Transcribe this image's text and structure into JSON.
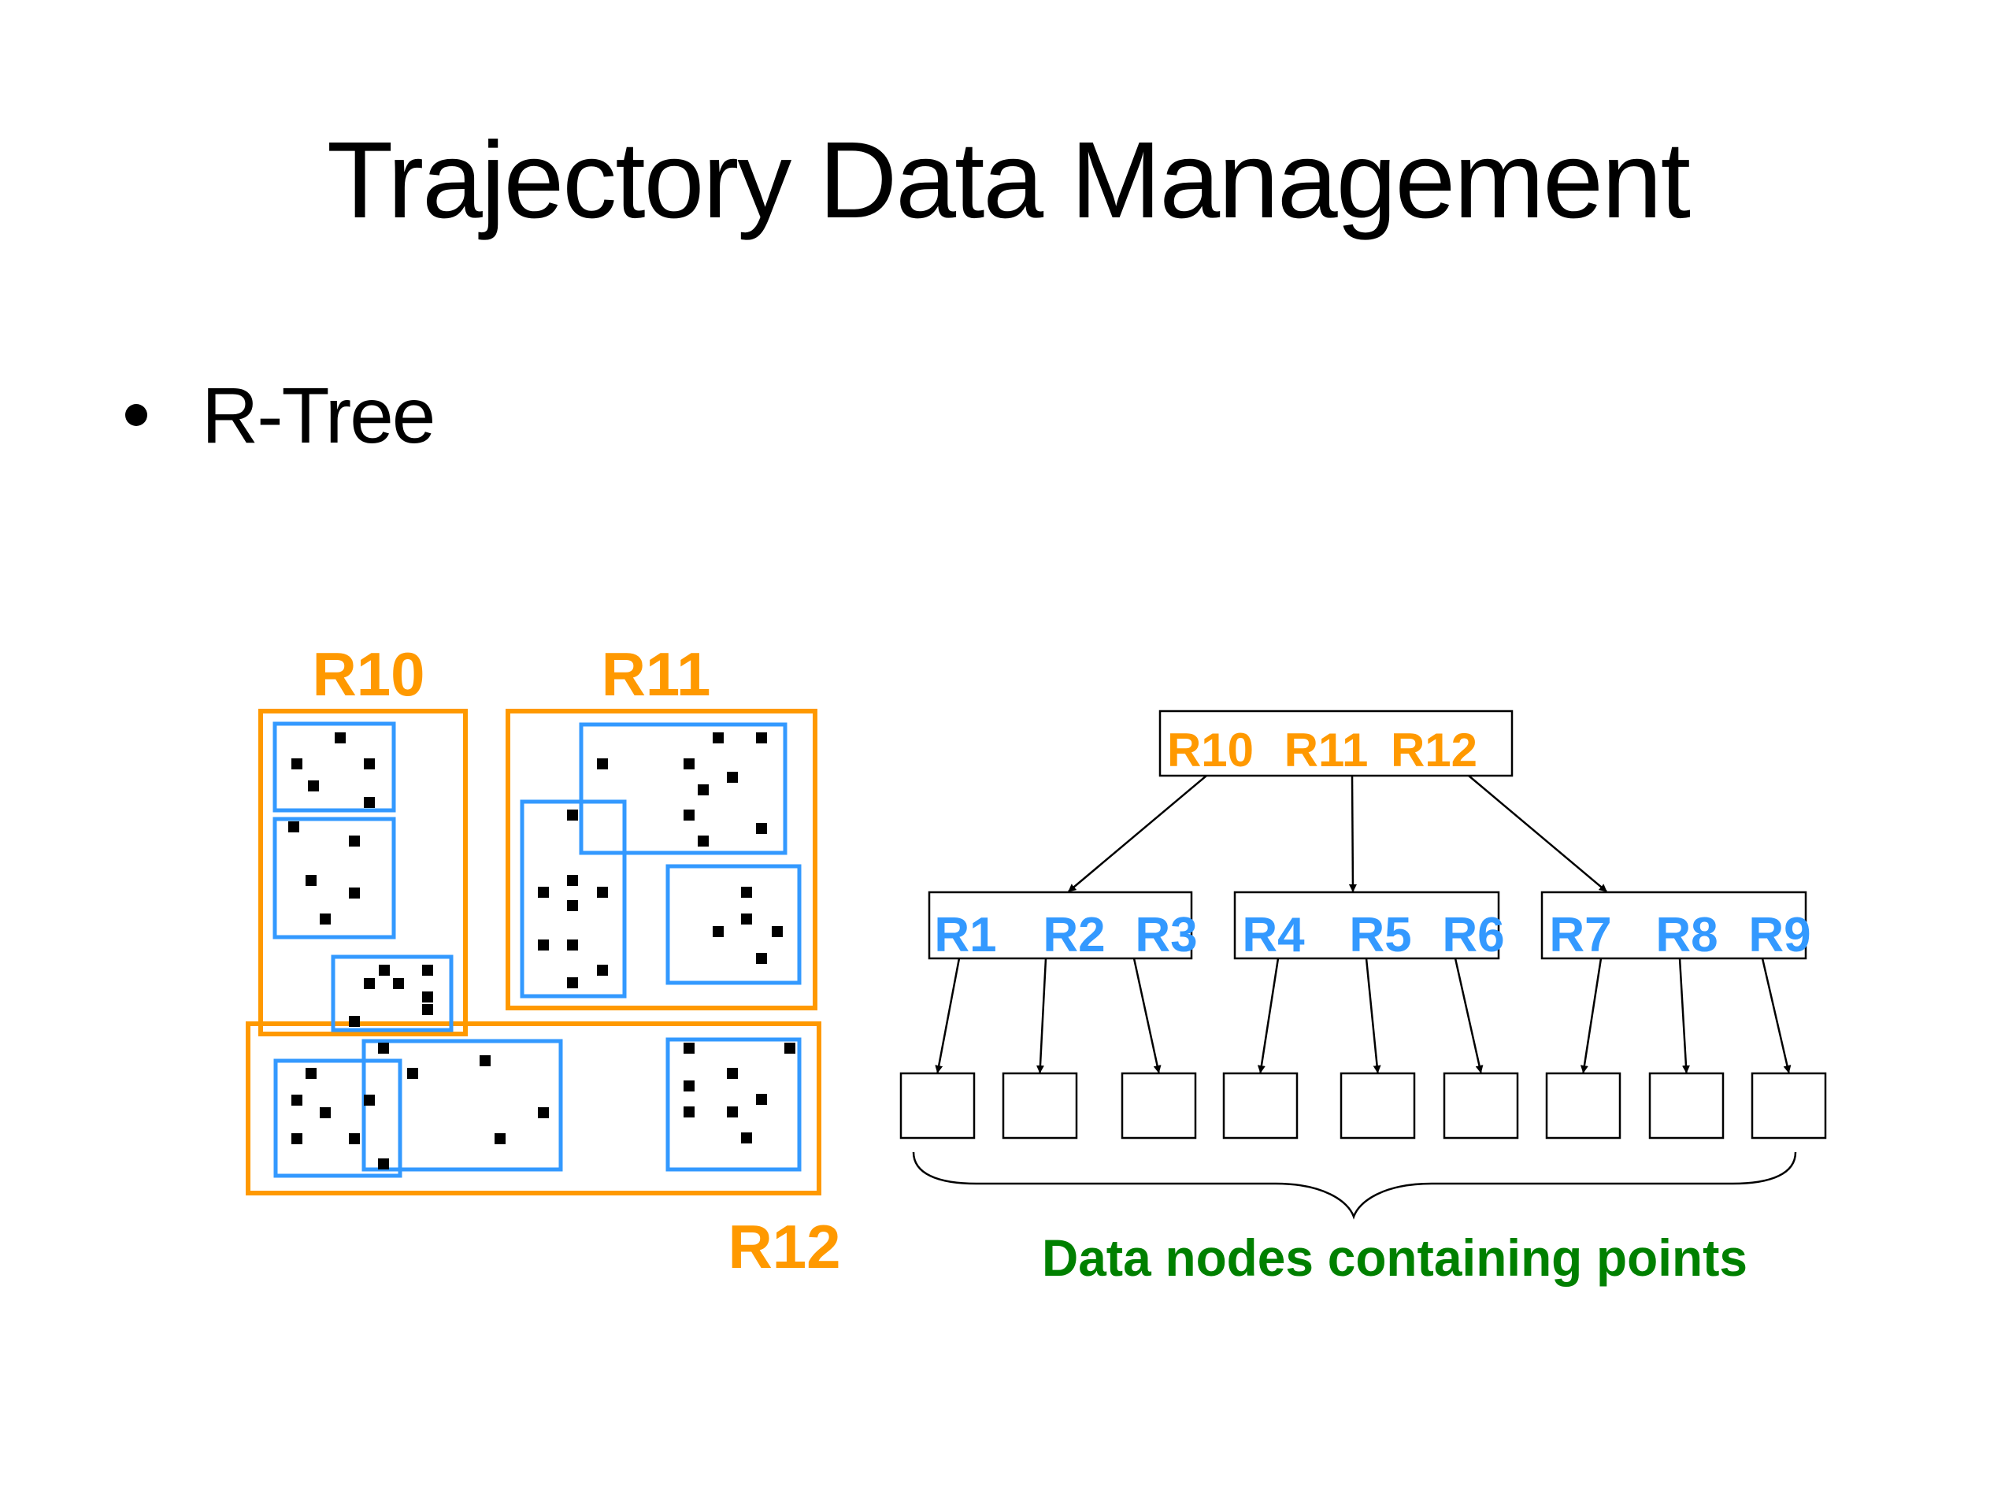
{
  "slide": {
    "title": "Trajectory Data Management",
    "bullets": [
      {
        "text": "R-Tree"
      }
    ]
  },
  "colors": {
    "level1_region": "#FF9900",
    "level2_region": "#3399FF",
    "point": "#000000",
    "tree_line": "#000000",
    "caption": "#008000"
  },
  "spatial_view": {
    "outer_regions": [
      {
        "id": "R10",
        "label": "R10",
        "children": [
          "R1",
          "R2",
          "R3"
        ]
      },
      {
        "id": "R11",
        "label": "R11",
        "children": [
          "R4",
          "R5",
          "R6"
        ]
      },
      {
        "id": "R12",
        "label": "R12",
        "children": [
          "R7",
          "R8",
          "R9"
        ]
      }
    ],
    "inner_regions": [
      {
        "id": "R1",
        "point_count": 5
      },
      {
        "id": "R2",
        "point_count": 5
      },
      {
        "id": "R3",
        "point_count": 7
      },
      {
        "id": "R4",
        "point_count": 9
      },
      {
        "id": "R5",
        "point_count": 9
      },
      {
        "id": "R6",
        "point_count": 5
      },
      {
        "id": "R7",
        "point_count": 7
      },
      {
        "id": "R8",
        "point_count": 6
      },
      {
        "id": "R9",
        "point_count": 8
      }
    ]
  },
  "tree_view": {
    "root": {
      "entries": [
        "R10",
        "R11",
        "R12"
      ]
    },
    "internal_nodes": [
      {
        "entries": [
          "R1",
          "R2",
          "R3"
        ]
      },
      {
        "entries": [
          "R4",
          "R5",
          "R6"
        ]
      },
      {
        "entries": [
          "R7",
          "R8",
          "R9"
        ]
      }
    ],
    "leaf_count": 9,
    "caption": "Data nodes containing points"
  }
}
